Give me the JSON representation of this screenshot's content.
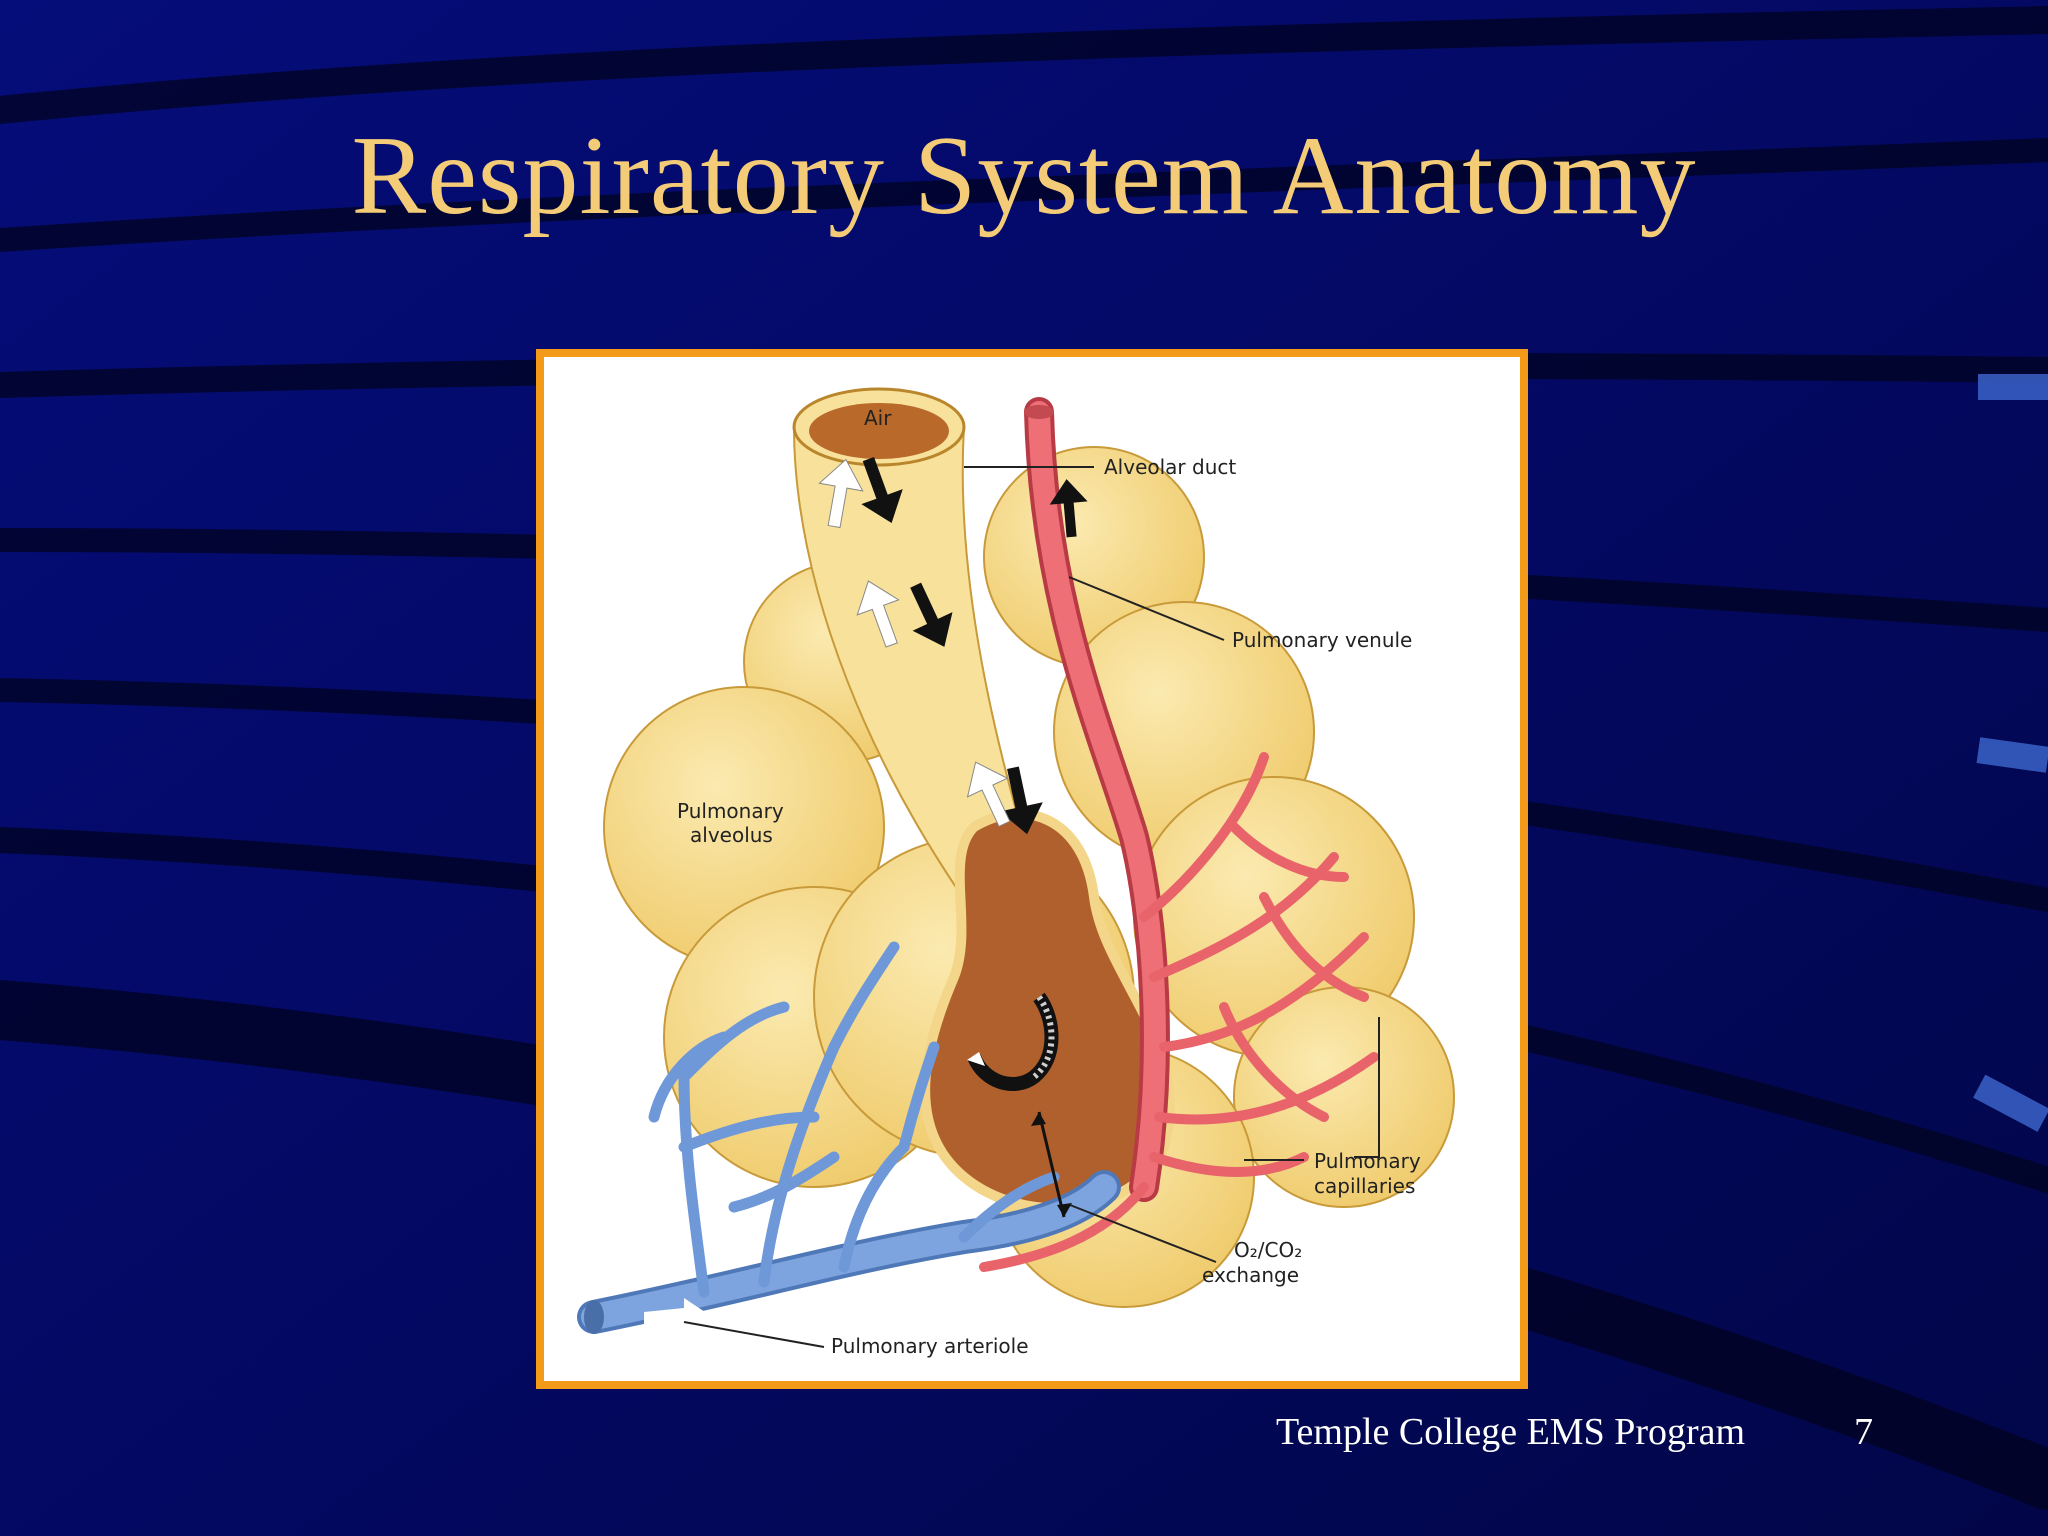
{
  "slide": {
    "title": "Respiratory System Anatomy",
    "footer_text": "Temple College EMS Program",
    "page_number": "7"
  },
  "diagram": {
    "labels": {
      "air": "Air",
      "alveolar_duct": "Alveolar duct",
      "pulmonary_venule": "Pulmonary venule",
      "pulmonary_alveolus_line1": "Pulmonary",
      "pulmonary_alveolus_line2": "alveolus",
      "pulmonary_capillaries_line1": "Pulmonary",
      "pulmonary_capillaries_line2": "capillaries",
      "exchange_line1": "O₂/CO₂",
      "exchange_line2": "exchange",
      "pulmonary_arteriole": "Pulmonary arteriole"
    }
  },
  "colors": {
    "background": "#040a66",
    "title": "#f4cc78",
    "frame_border": "#f39a18",
    "alveolus": "#f6dc8a",
    "venule": "#e8646a",
    "arteriole": "#6f98d8",
    "cavity": "#a85a2c"
  }
}
